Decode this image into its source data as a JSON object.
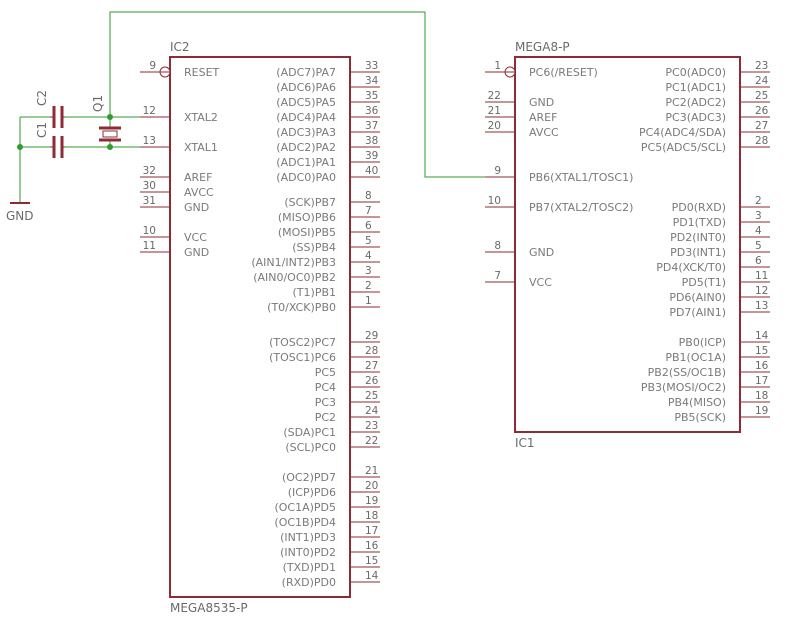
{
  "ic2": {
    "top_label": "IC2",
    "bottom_label": "MEGA8535-P",
    "left_pins": [
      {
        "num": "9",
        "name": "RESET"
      },
      {
        "num": "12",
        "name": "XTAL2"
      },
      {
        "num": "13",
        "name": "XTAL1"
      },
      {
        "num": "32",
        "name": "AREF"
      },
      {
        "num": "30",
        "name": "AVCC"
      },
      {
        "num": "31",
        "name": "GND"
      },
      {
        "num": "10",
        "name": "VCC"
      },
      {
        "num": "11",
        "name": "GND"
      }
    ],
    "right_pins": [
      {
        "num": "33",
        "name": "(ADC7)PA7"
      },
      {
        "num": "34",
        "name": "(ADC6)PA6"
      },
      {
        "num": "35",
        "name": "(ADC5)PA5"
      },
      {
        "num": "36",
        "name": "(ADC4)PA4"
      },
      {
        "num": "37",
        "name": "(ADC3)PA3"
      },
      {
        "num": "38",
        "name": "(ADC2)PA2"
      },
      {
        "num": "39",
        "name": "(ADC1)PA1"
      },
      {
        "num": "40",
        "name": "(ADC0)PA0"
      },
      {
        "num": "8",
        "name": "(SCK)PB7"
      },
      {
        "num": "7",
        "name": "(MISO)PB6"
      },
      {
        "num": "6",
        "name": "(MOSI)PB5"
      },
      {
        "num": "5",
        "name": "(SS)PB4"
      },
      {
        "num": "4",
        "name": "(AIN1/INT2)PB3"
      },
      {
        "num": "3",
        "name": "(AIN0/OC0)PB2"
      },
      {
        "num": "2",
        "name": "(T1)PB1"
      },
      {
        "num": "1",
        "name": "(T0/XCK)PB0"
      },
      {
        "num": "29",
        "name": "(TOSC2)PC7"
      },
      {
        "num": "28",
        "name": "(TOSC1)PC6"
      },
      {
        "num": "27",
        "name": "PC5"
      },
      {
        "num": "26",
        "name": "PC4"
      },
      {
        "num": "25",
        "name": "PC3"
      },
      {
        "num": "24",
        "name": "PC2"
      },
      {
        "num": "23",
        "name": "(SDA)PC1"
      },
      {
        "num": "22",
        "name": "(SCL)PC0"
      },
      {
        "num": "21",
        "name": "(OC2)PD7"
      },
      {
        "num": "20",
        "name": "(ICP)PD6"
      },
      {
        "num": "19",
        "name": "(OC1A)PD5"
      },
      {
        "num": "18",
        "name": "(OC1B)PD4"
      },
      {
        "num": "17",
        "name": "(INT1)PD3"
      },
      {
        "num": "16",
        "name": "(INT0)PD2"
      },
      {
        "num": "15",
        "name": "(TXD)PD1"
      },
      {
        "num": "14",
        "name": "(RXD)PD0"
      }
    ]
  },
  "ic1": {
    "top_label": "MEGA8-P",
    "bottom_label": "IC1",
    "left_pins": [
      {
        "num": "1",
        "name": "PC6(/RESET)"
      },
      {
        "num": "22",
        "name": "GND"
      },
      {
        "num": "21",
        "name": "AREF"
      },
      {
        "num": "20",
        "name": "AVCC"
      },
      {
        "num": "9",
        "name": "PB6(XTAL1/TOSC1)"
      },
      {
        "num": "10",
        "name": "PB7(XTAL2/TOSC2)"
      },
      {
        "num": "8",
        "name": "GND"
      },
      {
        "num": "7",
        "name": "VCC"
      }
    ],
    "right_pins": [
      {
        "num": "23",
        "name": "PC0(ADC0)"
      },
      {
        "num": "24",
        "name": "PC1(ADC1)"
      },
      {
        "num": "25",
        "name": "PC2(ADC2)"
      },
      {
        "num": "26",
        "name": "PC3(ADC3)"
      },
      {
        "num": "27",
        "name": "PC4(ADC4/SDA)"
      },
      {
        "num": "28",
        "name": "PC5(ADC5/SCL)"
      },
      {
        "num": "2",
        "name": "PD0(RXD)"
      },
      {
        "num": "3",
        "name": "PD1(TXD)"
      },
      {
        "num": "4",
        "name": "PD2(INT0)"
      },
      {
        "num": "5",
        "name": "PD3(INT1)"
      },
      {
        "num": "6",
        "name": "PD4(XCK/T0)"
      },
      {
        "num": "11",
        "name": "PD5(T1)"
      },
      {
        "num": "12",
        "name": "PD6(AIN0)"
      },
      {
        "num": "13",
        "name": "PD7(AIN1)"
      },
      {
        "num": "14",
        "name": "PB0(ICP)"
      },
      {
        "num": "15",
        "name": "PB1(OC1A)"
      },
      {
        "num": "16",
        "name": "PB2(SS/OC1B)"
      },
      {
        "num": "17",
        "name": "PB3(MOSI/OC2)"
      },
      {
        "num": "18",
        "name": "PB4(MISO)"
      },
      {
        "num": "19",
        "name": "PB5(SCK)"
      }
    ]
  },
  "parts": {
    "c1": "C1",
    "c2": "C2",
    "q1": "Q1",
    "gnd": "GND"
  },
  "colors": {
    "component": "#8e2b36",
    "wire": "#2f9a2f",
    "text": "#7a7a7a"
  }
}
